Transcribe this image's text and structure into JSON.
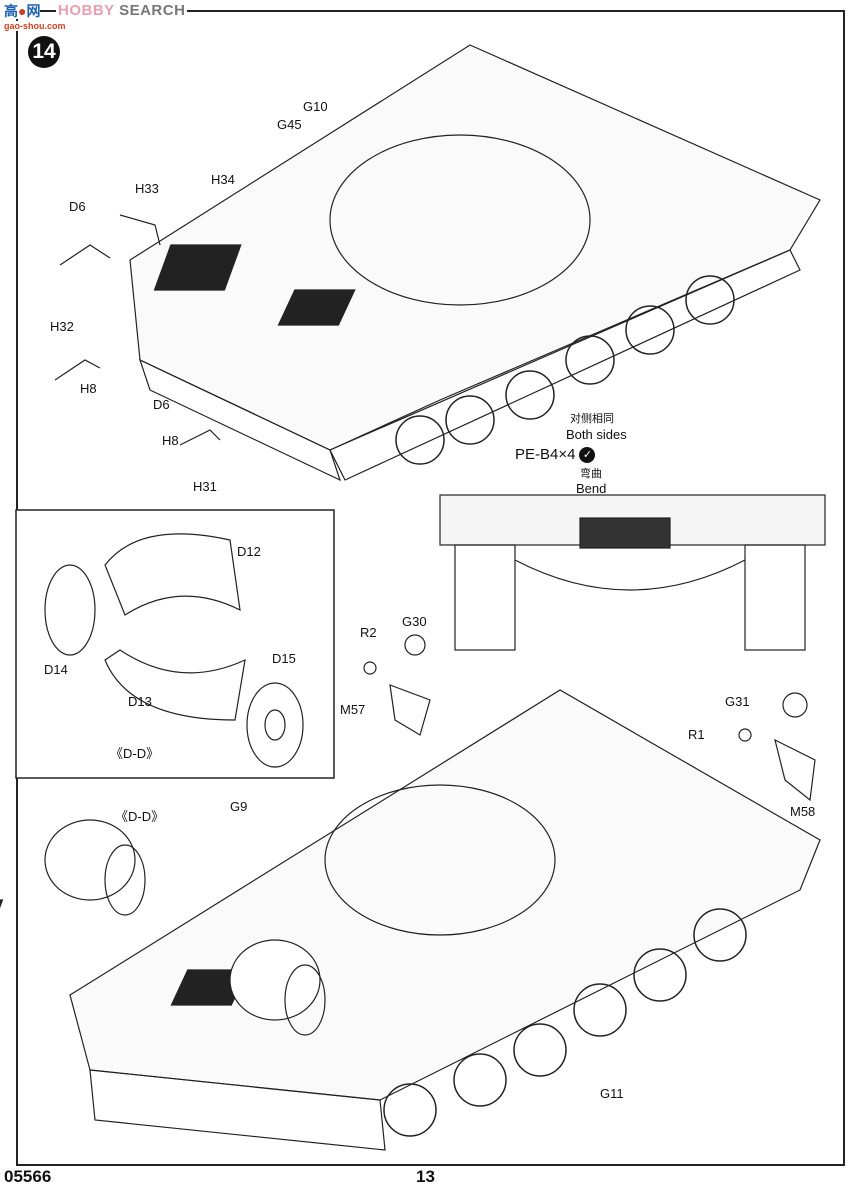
{
  "watermark": {
    "brand": "HOBBY SEARCH",
    "site_name": "高手网",
    "site_url": "gao-shou.com"
  },
  "step": {
    "number": "14"
  },
  "top_view": {
    "labels": [
      "G10",
      "G45",
      "H34",
      "H33",
      "D6",
      "H32",
      "H8",
      "D6",
      "H8",
      "H31"
    ],
    "note": {
      "zh": "对侧相同",
      "en": "Both sides",
      "part": "PE-B4×4",
      "bend_zh": "弯曲",
      "bend_en": "Bend",
      "bend_icon": "check-bend-icon"
    }
  },
  "inset": {
    "labels": [
      "D12",
      "D14",
      "D15",
      "D13"
    ],
    "caption": "《D-D》"
  },
  "bottom_view": {
    "labels": [
      "G30",
      "R2",
      "M57",
      "G31",
      "R1",
      "M58",
      "G9",
      "《D-D》",
      "G11"
    ]
  },
  "footer": {
    "kit_number": "05566",
    "page_number": "13"
  }
}
